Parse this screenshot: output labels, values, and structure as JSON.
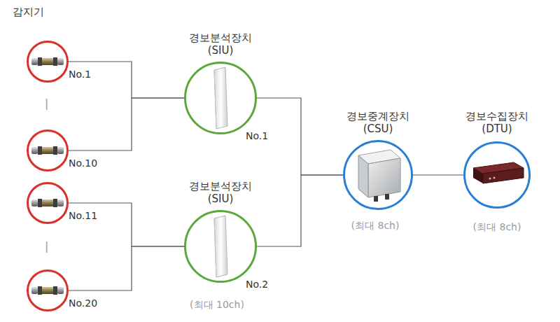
{
  "diagram": {
    "nodes": [
      {
        "text": [
          "No.1"
        ]
      },
      {
        "text": [
          "No.10"
        ]
      },
      {
        "text": [
          "No.11"
        ]
      },
      {
        "text": [
          "No.20"
        ]
      },
      {
        "text": [
          "경보분석장치 (SIU)",
          "No.1"
        ]
      },
      {
        "text": [
          "경보분석장치 (SIU)",
          "No.2",
          "(최대 10ch)"
        ]
      },
      {
        "text": [
          "경보중계장치 (CSU)",
          "(최대 8ch)"
        ]
      },
      {
        "text": [
          "경보수집장치 (DTU)",
          "(최대 8ch)"
        ]
      }
    ],
    "edges": [
      {
        "from": 0,
        "to": 4,
        "arrow": "none"
      },
      {
        "from": 1,
        "to": 4,
        "arrow": "none"
      },
      {
        "from": 2,
        "to": 5,
        "arrow": "none"
      },
      {
        "from": 3,
        "to": 5,
        "arrow": "none"
      },
      {
        "from": 4,
        "to": 6,
        "arrow": "none"
      },
      {
        "from": 5,
        "to": 6,
        "arrow": "none"
      },
      {
        "from": 6,
        "to": 7,
        "arrow": "none"
      }
    ],
    "labels": [
      "감지기",
      "|",
      "|"
    ]
  }
}
